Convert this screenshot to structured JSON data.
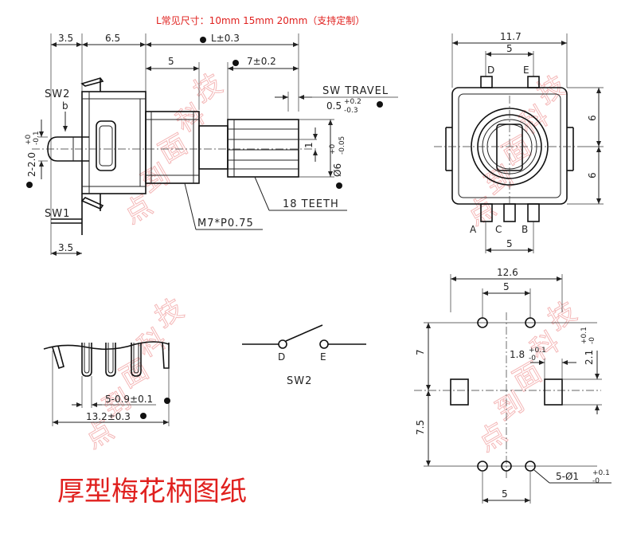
{
  "header": {
    "note": "L常见尺寸：10mm 15mm 20mm（支持定制）"
  },
  "title": "厚型梅花柄图纸",
  "watermark": [
    "点",
    "到",
    "面",
    "科",
    "技"
  ],
  "side_view": {
    "dim_top_left": "3.5",
    "dim_top_mid": "6.5",
    "dim_length": "L±0.3",
    "dim_shaft_5": "5",
    "dim_knurl": "7±0.2",
    "sw_travel": "SW TRAVEL",
    "sw_travel_tol": "0.5",
    "sw_travel_tol_plus": "+0.2",
    "sw_travel_tol_minus": "-0.3",
    "sw2": "SW2",
    "sw1": "SW1",
    "pin_b": "b",
    "dim_pin_h": "2-2.0",
    "dim_pin_h_plus": "+0",
    "dim_pin_h_minus": "-0.1",
    "dim_1": "1",
    "dim_dia": "Ø6",
    "dim_dia_plus": "+0",
    "dim_dia_minus": "-0.05",
    "teeth": "18 TEETH",
    "thread": "M7*P0.75",
    "dim_bottom_left": "3.5"
  },
  "front_view": {
    "dim_width": "11.7",
    "dim_top5": "5",
    "pin_d": "D",
    "pin_e": "E",
    "dim_right_6a": "6",
    "dim_right_6b": "6",
    "pin_a": "A",
    "pin_c": "C",
    "pin_b": "B",
    "dim_bottom5": "5"
  },
  "pins_view": {
    "dim_pin": "5-0.9±0.1",
    "dim_span": "13.2±0.3"
  },
  "switch": {
    "d": "D",
    "e": "E",
    "label": "SW2"
  },
  "pcb": {
    "dim_width": "12.6",
    "dim_top5": "5",
    "dim_7": "7",
    "dim_1_8": "1.8",
    "dim_1_8_plus": "+0.1",
    "dim_1_8_minus": "-0",
    "dim_2_1": "2.1",
    "dim_2_1_plus": "+0.1",
    "dim_2_1_minus": "-0",
    "dim_7_5": "7.5",
    "dim_holes": "5-Ø1",
    "dim_holes_plus": "+0.1",
    "dim_holes_minus": "-0",
    "dim_bottom5": "5"
  }
}
